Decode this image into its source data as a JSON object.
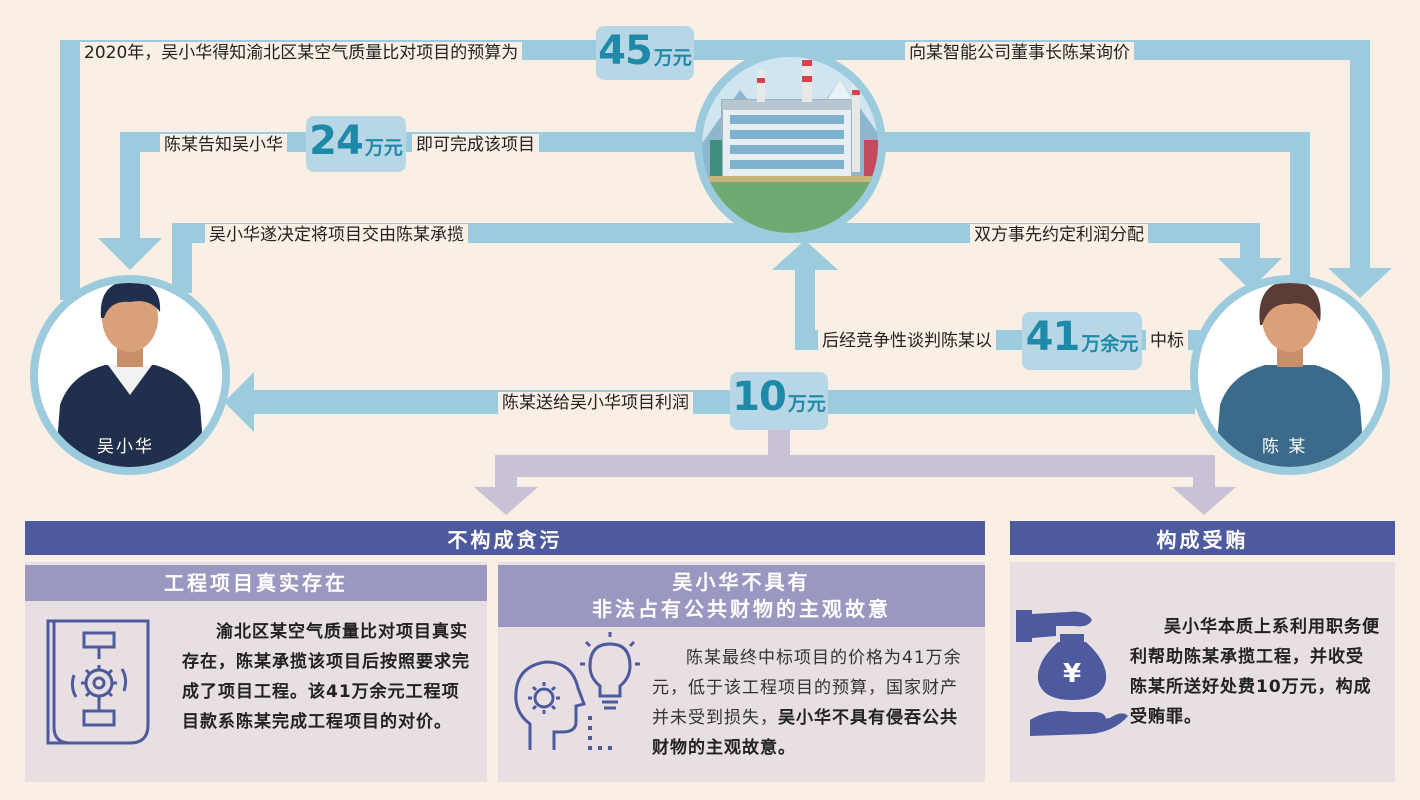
{
  "flow": {
    "label_budget": "2020年，吴小华得知渝北区某空气质量比对项目的预算为",
    "amount_budget": {
      "num": "45",
      "unit": "万元"
    },
    "label_inquiry": "向某智能公司董事长陈某询价",
    "label_tell": "陈某告知吴小华",
    "amount_quote": {
      "num": "24",
      "unit": "万元"
    },
    "label_complete": "即可完成该项目",
    "label_decide": "吴小华遂决定将项目交由陈某承揽",
    "label_profit": "双方事先约定利润分配",
    "label_bid_pre": "后经竞争性谈判陈某以",
    "amount_bid": {
      "num": "41",
      "unit": "万余元"
    },
    "label_bid_post": "中标",
    "label_gift": "陈某送给吴小华项目利润",
    "amount_gift": {
      "num": "10",
      "unit": "万元"
    }
  },
  "people": {
    "left": {
      "name": "吴小华"
    },
    "right": {
      "name": "陈 某"
    }
  },
  "conclusions": {
    "not_embezzlement": {
      "title": "不构成贪污",
      "project_exists": {
        "title": "工程项目真实存在",
        "text": "渝北区某空气质量比对项目真实存在，陈某承揽该项目后按照要求完成了项目工程。该41万余元工程项目款系陈某完成工程项目的对价。"
      },
      "no_intent": {
        "title_line1": "吴小华不具有",
        "title_line2": "非法占有公共财物的主观故意",
        "text_normal": "陈某最终中标项目的价格为41万余元，低于该工程项目的预算，国家财产并未受到损失，",
        "text_bold": "吴小华不具有侵吞公共财物的主观故意。"
      }
    },
    "bribery": {
      "title": "构成受贿",
      "text": "吴小华本质上系利用职务便利帮助陈某承揽工程，并收受陈某所送好处费10万元，构成受贿罪。",
      "money_symbol": "¥"
    }
  },
  "colors": {
    "flow_arrow": "#9ccbdd",
    "amount_bg": "#b7d7e6",
    "amount_text": "#1f89a8",
    "header_bar": "#4d5a9e",
    "sub_bar": "#9a97c1",
    "panel_bg": "#e7dfe2",
    "branch_arrow": "#c9c2d6",
    "background": "#f9efe4"
  },
  "icons": [
    "factory-icon",
    "person-wuxiaohua-icon",
    "person-chenmou-icon",
    "workflow-gear-icon",
    "head-gear-lightbulb-icon",
    "money-hand-icon"
  ]
}
